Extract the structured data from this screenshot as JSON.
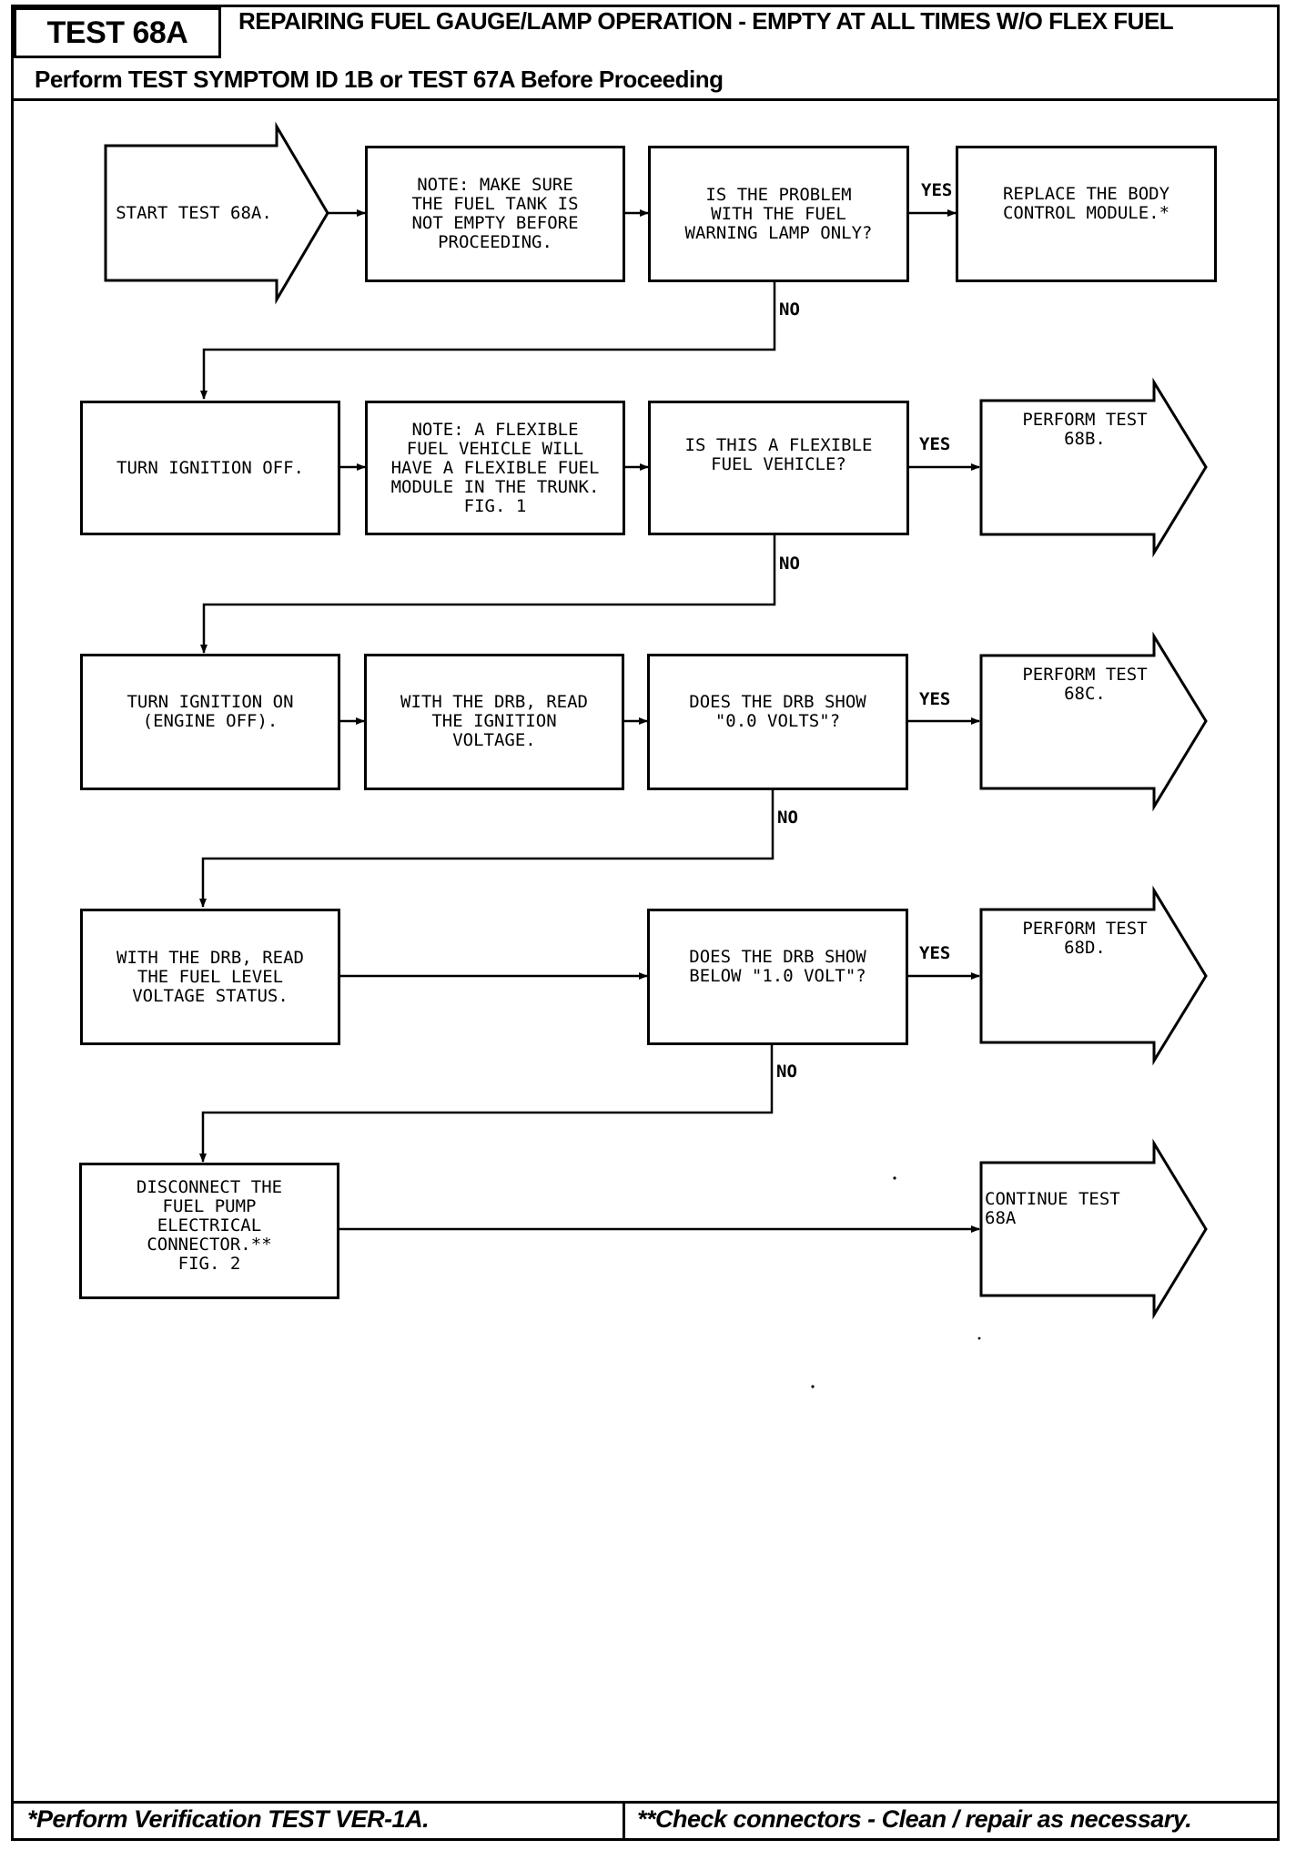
{
  "header": {
    "test_id": "TEST 68A",
    "title": "REPAIRING FUEL GAUGE/LAMP OPERATION - EMPTY AT ALL TIMES W/O FLEX FUEL",
    "subtitle": "Perform TEST SYMPTOM ID 1B or TEST 67A Before Proceeding"
  },
  "flowchart": {
    "start": "START TEST 68A.",
    "note_fuel_tank": "NOTE: MAKE SURE\nTHE FUEL TANK IS\nNOT EMPTY BEFORE\nPROCEEDING.",
    "q_warning_lamp": "IS THE PROBLEM\nWITH THE FUEL\nWARNING LAMP ONLY?",
    "replace_bcm": "REPLACE THE BODY\nCONTROL MODULE.*",
    "turn_ign_off": "TURN IGNITION OFF.",
    "note_flex": "NOTE: A FLEXIBLE\nFUEL VEHICLE WILL\nHAVE A FLEXIBLE FUEL\nMODULE IN THE TRUNK.\nFIG. 1",
    "q_flex": "IS THIS A FLEXIBLE\nFUEL VEHICLE?",
    "perform_68b": "PERFORM TEST\n68B.",
    "turn_ign_on": "TURN IGNITION ON\n(ENGINE OFF).",
    "read_ign_voltage": "WITH THE DRB, READ\nTHE IGNITION\nVOLTAGE.",
    "q_zero_volts": "DOES THE DRB SHOW\n\"0.0 VOLTS\"?",
    "perform_68c": "PERFORM TEST\n68C.",
    "read_fuel_level": "WITH THE DRB, READ\nTHE FUEL LEVEL\nVOLTAGE STATUS.",
    "q_below_one": "DOES THE DRB SHOW\nBELOW \"1.0 VOLT\"?",
    "perform_68d": "PERFORM TEST\n68D.",
    "disconnect": "DISCONNECT THE\nFUEL PUMP\nELECTRICAL\nCONNECTOR.**\nFIG. 2",
    "continue_68a": "CONTINUE TEST\n68A",
    "yes": "YES",
    "no": "NO"
  },
  "footer": {
    "left": "*Perform Verification TEST VER-1A.",
    "right": "**Check connectors - Clean / repair as necessary."
  }
}
